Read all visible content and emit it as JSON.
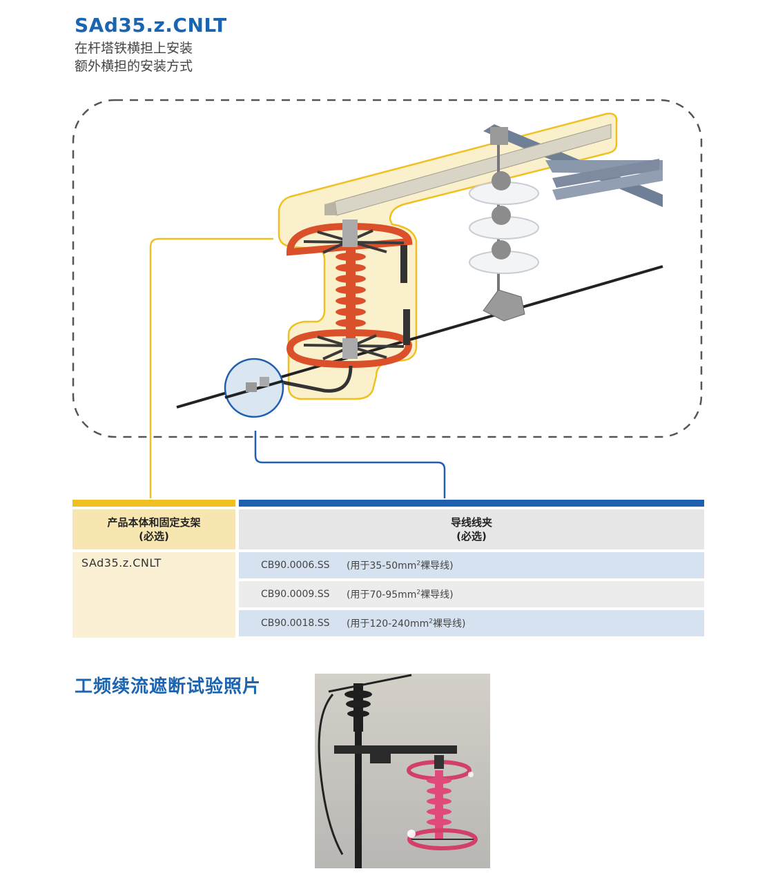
{
  "header": {
    "title": "SAd35.z.CNLT",
    "subtitle_line1": "在杆塔铁横担上安装",
    "subtitle_line2": "额外横担的安装方式"
  },
  "table": {
    "left_header_line1": "产品本体和固定支架",
    "left_header_line2": "(必选)",
    "right_header_line1": "导线线夹",
    "right_header_line2": "(必选)",
    "product_model": "SAd35.z.CNLT",
    "rows": [
      {
        "code": "CB90.0006.SS",
        "note_pre": "(用于35-50mm",
        "note_sup": "2",
        "note_post": "裸导线)"
      },
      {
        "code": "CB90.0009.SS",
        "note_pre": "(用于70-95mm",
        "note_sup": "2",
        "note_post": "裸导线)"
      },
      {
        "code": "CB90.0018.SS",
        "note_pre": "(用于120-240mm",
        "note_sup": "2",
        "note_post": "裸导线)"
      }
    ]
  },
  "photo_section": {
    "title": "工频续流遮断试验照片"
  },
  "colors": {
    "brand_blue": "#1a64b0",
    "accent_yellow": "#f0c020",
    "insulator_red": "#d9502a",
    "highlight_fill": "#fbf0cc"
  },
  "icons": {
    "diagram": "installation-diagram",
    "photo": "test-photo"
  }
}
